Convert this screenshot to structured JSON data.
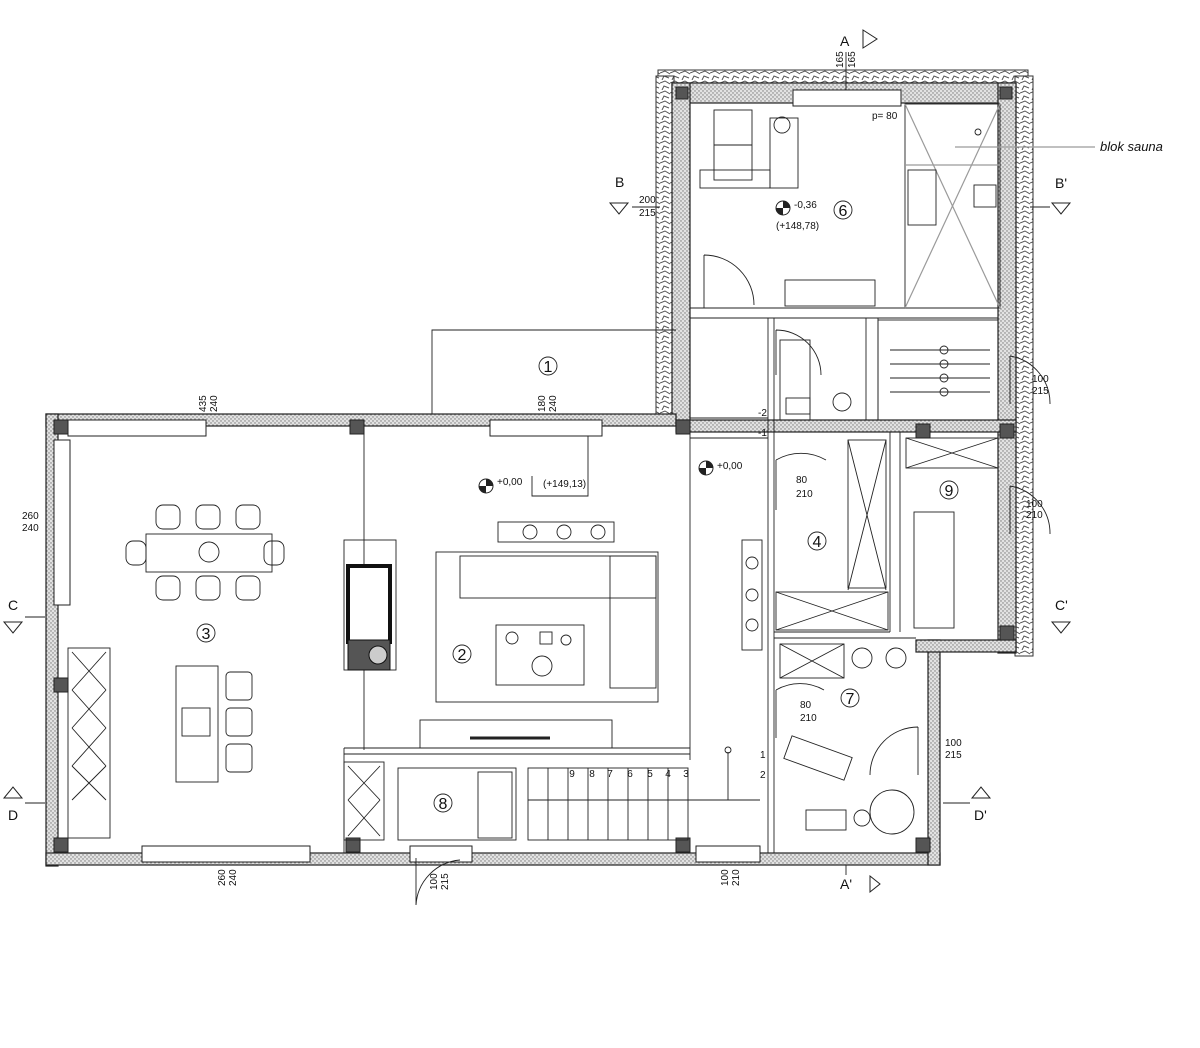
{
  "labels": {
    "section_a": "A",
    "section_a_prime": "A'",
    "section_b": "B",
    "section_b_prime": "B'",
    "section_c": "C",
    "section_c_prime": "C'",
    "section_d": "D",
    "section_d_prime": "D'",
    "blok_sauna": "blok sauna",
    "p80": "p= 80",
    "level_gym": "-0,36",
    "level_gym_abs": "(+148,78)",
    "level_main": "+0,00",
    "level_main_abs": "(+149,13)",
    "level_hall": "+0,00"
  },
  "rooms": [
    "1",
    "2",
    "3",
    "4",
    "6",
    "7",
    "8",
    "9"
  ],
  "dims": {
    "top_a_165a": "165",
    "top_a_165b": "165",
    "b_200": "200",
    "b_215": "215",
    "top_435": "435",
    "top_240a": "240",
    "top_180": "180",
    "top_240b": "240",
    "left_260": "260",
    "left_240": "240",
    "r_100a": "100",
    "r_215a": "215",
    "r_100b": "100",
    "r_210b": "210",
    "d4_80": "80",
    "d4_210": "210",
    "d7_80": "80",
    "d7_210": "210",
    "r_100c": "100",
    "r_215c": "215",
    "bot_260": "260",
    "bot_240": "240",
    "bot_100a": "100",
    "bot_215a": "215",
    "bot_100b": "100",
    "bot_210b": "210"
  },
  "stair_numbers": [
    "9",
    "8",
    "7",
    "6",
    "5",
    "4",
    "3"
  ],
  "level_marks": [
    "-2",
    "-1",
    "1",
    "2"
  ]
}
